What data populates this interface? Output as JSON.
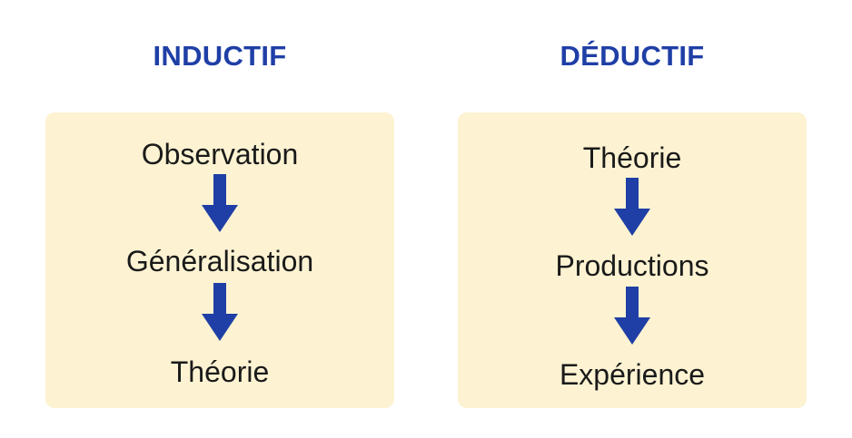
{
  "colors": {
    "heading": "#1f3fa6",
    "arrow": "#1f3fa6",
    "box_fill": "#fdf3d2",
    "text": "#1a1a1a"
  },
  "inductive": {
    "title": "INDUCTIF",
    "steps": [
      "Observation",
      "Généralisation",
      "Théorie"
    ]
  },
  "deductive": {
    "title": "DÉDUCTIF",
    "steps": [
      "Théorie",
      "Productions",
      "Expérience"
    ]
  },
  "icons": {
    "arrow": "arrow-down-icon"
  }
}
